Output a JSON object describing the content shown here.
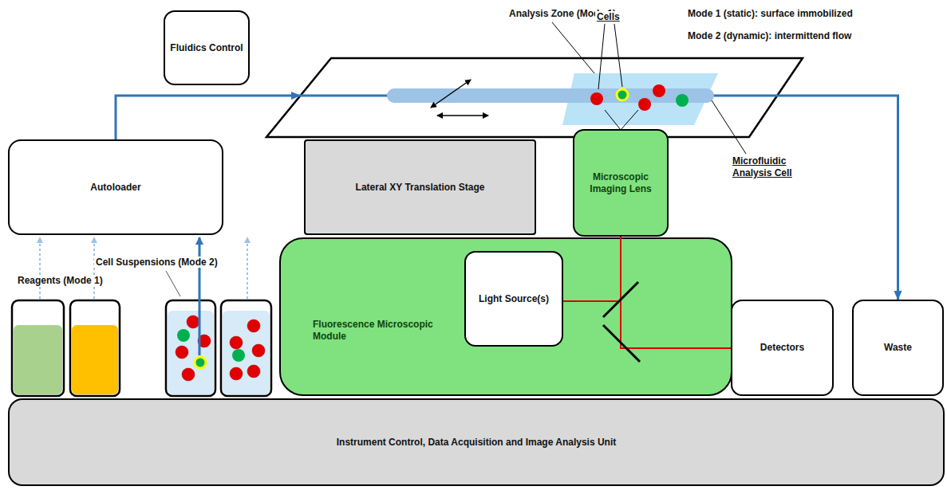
{
  "diagram": {
    "nodes": [
      {
        "text": [
          "Fluidics Control"
        ]
      },
      {
        "text": [
          "Microfluidic Analysis Cell"
        ]
      },
      {
        "text": [
          "Autoloader"
        ]
      },
      {
        "text": [
          "Lateral XY Translation Stage"
        ]
      },
      {
        "text": [
          "Microscopic Imaging Lens"
        ]
      },
      {
        "text": [
          "Fluorescence Microscopic Module"
        ]
      },
      {
        "text": [
          "Light Source(s)"
        ],
        "in": 5
      },
      {
        "text": [
          "Detectors"
        ]
      },
      {
        "text": [
          "Waste"
        ]
      },
      {
        "text": [
          "Instrument Control, Data Acquisition and Image Analysis Unit"
        ]
      }
    ],
    "edges": [
      {
        "from": 2,
        "to": 1,
        "arrow": "to"
      },
      {
        "from": 1,
        "to": 8,
        "arrow": "to"
      },
      {
        "from": 6,
        "to": 4,
        "arrow": "none"
      },
      {
        "from": 4,
        "to": 7,
        "arrow": "none"
      }
    ],
    "labels": [
      "Analysis Zone (Mode 1)",
      "Cells",
      "Mode 1 (static): surface immobilized",
      "Mode 2 (dynamic): intermittend flow",
      "Reagents (Mode 1)",
      "Cell Suspensions (Mode 2)"
    ]
  }
}
